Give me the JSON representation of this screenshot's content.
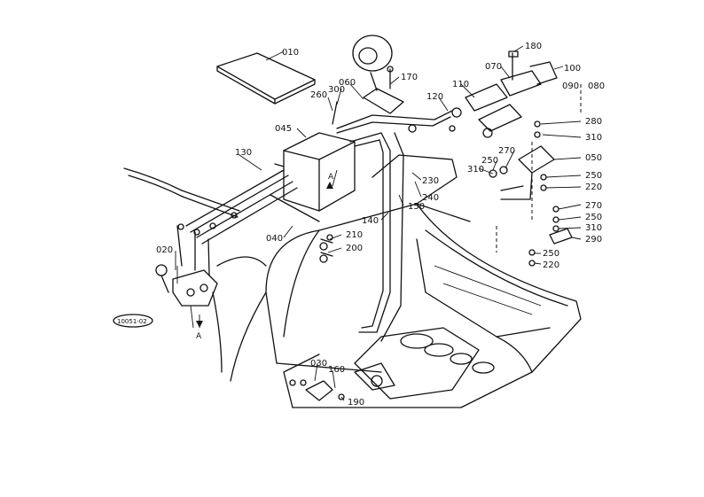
{
  "diagram": {
    "part_numbers": [
      "010",
      "045",
      "060",
      "070",
      "080",
      "090",
      "100",
      "110",
      "120",
      "130",
      "140",
      "150",
      "160",
      "170",
      "180",
      "190",
      "200",
      "210",
      "220",
      "230",
      "240",
      "250",
      "260",
      "270",
      "280",
      "290",
      "300",
      "310",
      "020",
      "030",
      "040",
      "050"
    ],
    "section_marker": "A",
    "figure_code": "10051-02"
  }
}
